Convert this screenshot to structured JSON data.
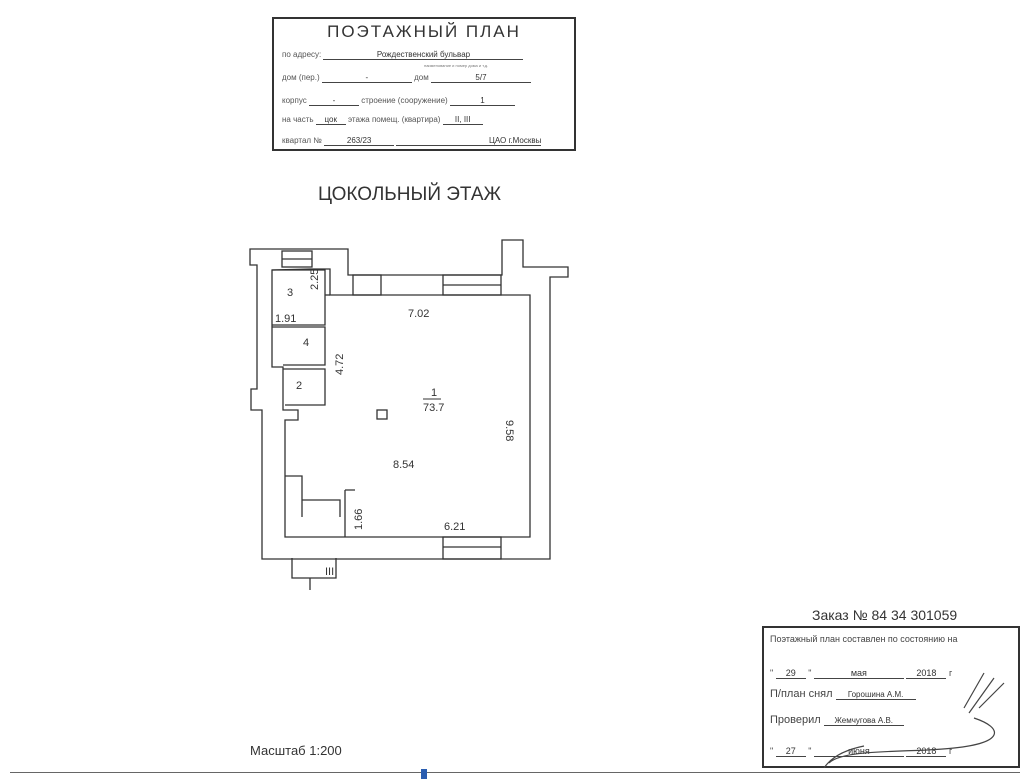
{
  "stamp": {
    "title": "ПОЭТАЖНЫЙ ПЛАН",
    "address_label": "по адресу:",
    "address_value": "Рождественский бульвар",
    "address_hint": "наименование и номер дома и т.д.",
    "lane_label": "дом (пер.)",
    "lane_value": "-",
    "house_label": "дом",
    "house_value": "5/7",
    "corpus_label": "корпус",
    "corpus_value": "-",
    "building_label": "строение (сооружение)",
    "building_value": "1",
    "part_label": "на часть",
    "part_value": "цок",
    "floor_label": "этажа помещ. (квартира)",
    "floor_value": "II, III",
    "block_label": "квартал №",
    "block_value": "263/23",
    "district_value": "ЦАО г.Москвы"
  },
  "floor_title": "ЦОКОЛЬНЫЙ ЭТАЖ",
  "plan": {
    "rooms": [
      {
        "num": "1",
        "area": "73.7"
      },
      {
        "num": "2"
      },
      {
        "num": "3"
      },
      {
        "num": "4"
      }
    ],
    "dims": [
      "2.25",
      "1.91",
      "4.72",
      "7.02",
      "9.58",
      "8.54",
      "1.66",
      "6.21"
    ],
    "entrance": "III"
  },
  "order": "Заказ № 84 34 301059",
  "cert": {
    "line1": "Поэтажный план составлен по состоянию на",
    "day1": "29",
    "month1": "мая",
    "year1": "2018",
    "g1": "г",
    "surveyed_label": "П/план снял",
    "surveyed_by": "Горошина А.М.",
    "checked_label": "Проверил",
    "checked_by": "Жемчугова А.В.",
    "day2": "27",
    "month2": "июня",
    "year2": "2018",
    "g2": "г"
  },
  "scale": "Масштаб 1:200"
}
